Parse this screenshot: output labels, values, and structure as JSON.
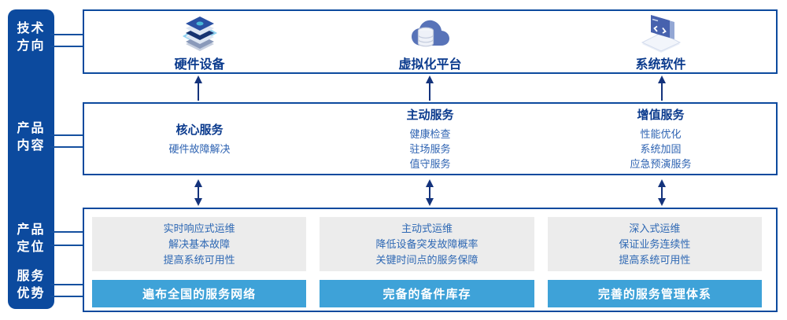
{
  "colors": {
    "navy": "#0c4a9e",
    "heading_text": "#0a3a8d",
    "body_text": "#2e63b2",
    "gray_bg": "#ececec",
    "bar_blue": "#3ea2d8",
    "arrow": "#14337c",
    "white": "#ffffff"
  },
  "sidebar": {
    "items": [
      {
        "line1": "技术",
        "line2": "方向"
      },
      {
        "line1": "产品",
        "line2": "内容"
      },
      {
        "line1": "产品",
        "line2": "定位"
      },
      {
        "line1": "服务",
        "line2": "优势"
      }
    ]
  },
  "tech_row": {
    "items": [
      {
        "icon": "server-stack-icon",
        "label": "硬件设备"
      },
      {
        "icon": "cloud-database-icon",
        "label": "虚拟化平台"
      },
      {
        "icon": "code-screen-icon",
        "label": "系统软件"
      }
    ]
  },
  "content_row": {
    "columns": [
      {
        "heading": "核心服务",
        "items": [
          "硬件故障解决"
        ]
      },
      {
        "heading": "主动服务",
        "items": [
          "健康检查",
          "驻场服务",
          "值守服务"
        ]
      },
      {
        "heading": "增值服务",
        "items": [
          "性能优化",
          "系统加固",
          "应急预演服务"
        ]
      }
    ]
  },
  "position_row": {
    "columns": [
      {
        "lines": [
          "实时响应式运维",
          "解决基本故障",
          "提高系统可用性"
        ],
        "bar": "遍布全国的服务网络"
      },
      {
        "lines": [
          "主动式运维",
          "降低设备突发故障概率",
          "关键时间点的服务保障"
        ],
        "bar": "完备的备件库存"
      },
      {
        "lines": [
          "深入式运维",
          "保证业务连续性",
          "提高系统可用性"
        ],
        "bar": "完善的服务管理体系"
      }
    ]
  }
}
